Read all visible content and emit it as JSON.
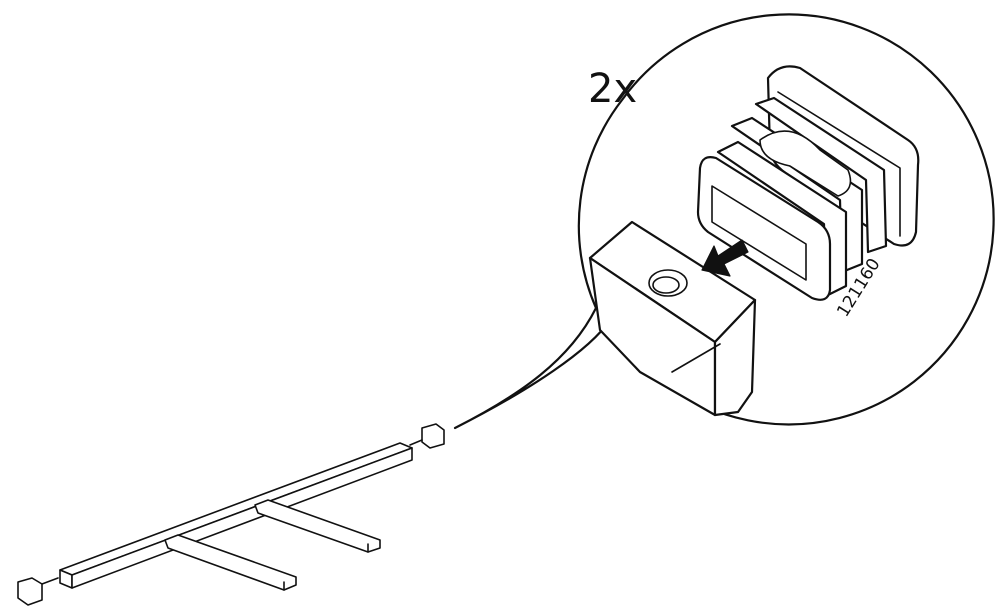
{
  "diagram": {
    "quantity_label": "2x",
    "part_number": "121160",
    "icons": [
      "end-cap-plug",
      "frame-assembly",
      "insert-arrow"
    ],
    "ink_color": "#111111",
    "background_color": "#ffffff"
  }
}
